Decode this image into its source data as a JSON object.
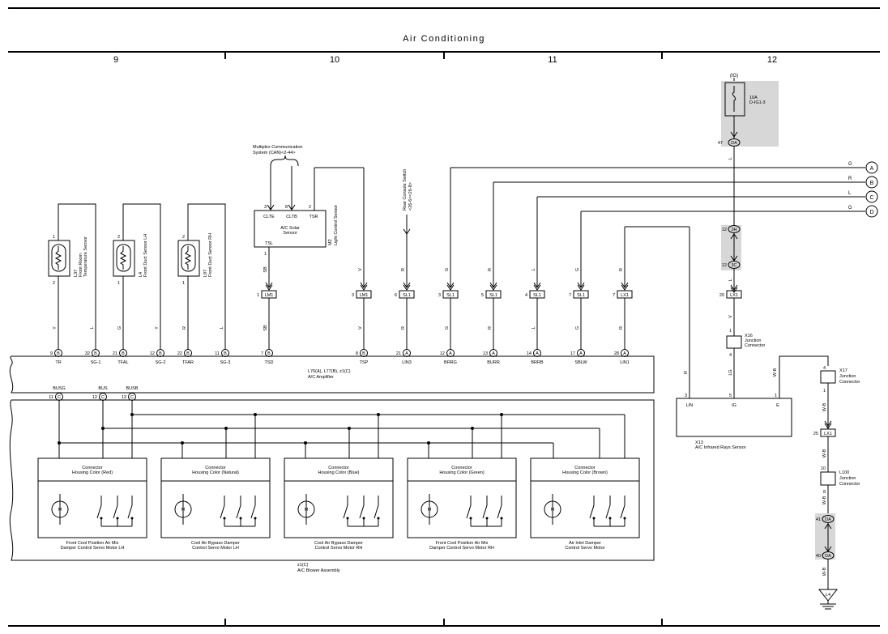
{
  "title": "Air Conditioning",
  "columns": [
    "9",
    "10",
    "11",
    "12"
  ],
  "power": {
    "ig": "(IG)",
    "fuse_amp": "10A",
    "fuse_name": "D-IG1-3",
    "pin": "47",
    "conn": "DA",
    "wire": "L"
  },
  "multiplex": {
    "line1": "Multiplex Communication",
    "line2": "System (CAN)<2-44>"
  },
  "rear_switch": {
    "line1": "Rear Console Switch",
    "line2": "<26-6><26-8>"
  },
  "sensors": [
    {
      "code": "L37",
      "name1": "Front Room",
      "name2": "Temperature Sensor",
      "pin_top": "1",
      "pin_bot": "2"
    },
    {
      "code": "L4",
      "name1": "Front Duct Sensor LH",
      "name2": "",
      "pin_top": "2",
      "pin_bot": "1"
    },
    {
      "code": "L97",
      "name1": "Front Duct Sensor RH",
      "name2": "",
      "pin_top": "2",
      "pin_bot": "1"
    }
  ],
  "solar": {
    "pin_cltе": "3",
    "pins": [
      "3",
      "8",
      "2"
    ],
    "labels": [
      "CLTE",
      "CLTB",
      "TSR"
    ],
    "name1": "A/C Solar",
    "name2": "Sensor",
    "tsl": "TSL",
    "tsl_pin": "1",
    "code": "M2",
    "side": "Light Control Sensor"
  },
  "amplifier": {
    "name1": "L76(A), L77(B), z1(C)",
    "name2": "A/C Amplifier",
    "pins": [
      {
        "num": "9",
        "c": "B",
        "label": "TR",
        "wire": "Y"
      },
      {
        "num": "32",
        "c": "B",
        "label": "SG-1",
        "wire": "L"
      },
      {
        "num": "21",
        "c": "B",
        "label": "TFAL",
        "wire": "G"
      },
      {
        "num": "12",
        "c": "B",
        "label": "SG-2",
        "wire": "Y"
      },
      {
        "num": "22",
        "c": "B",
        "label": "TFAR",
        "wire": "R"
      },
      {
        "num": "11",
        "c": "B",
        "label": "SG-3",
        "wire": "L"
      },
      {
        "num": "7",
        "c": "B",
        "label": "TSD",
        "wire": "SB"
      },
      {
        "num": "8",
        "c": "B",
        "label": "TSP",
        "wire": "V"
      },
      {
        "num": "21",
        "c": "A",
        "label": "LIN3",
        "wire": "R"
      },
      {
        "num": "12",
        "c": "A",
        "label": "BRRG",
        "wire": "G"
      },
      {
        "num": "13",
        "c": "A",
        "label": "BURR",
        "wire": "R"
      },
      {
        "num": "14",
        "c": "A",
        "label": "BRRB",
        "wire": "L"
      },
      {
        "num": "17",
        "c": "A",
        "label": "SBLW",
        "wire": "G"
      },
      {
        "num": "28",
        "c": "A",
        "label": "LIN1",
        "wire": "R"
      }
    ]
  },
  "inline": [
    {
      "pin": "1",
      "conn": "LM1",
      "wire": "SB"
    },
    {
      "pin": "3",
      "conn": "LM1",
      "wire": "V"
    },
    {
      "pin": "6",
      "conn": "SL1",
      "wire": "R"
    },
    {
      "pin": "3",
      "conn": "SL1",
      "wire": "G"
    },
    {
      "pin": "5",
      "conn": "SL1",
      "wire": "R"
    },
    {
      "pin": "4",
      "conn": "SL1",
      "wire": "L"
    },
    {
      "pin": "7",
      "conn": "SL1",
      "wire": "G"
    },
    {
      "pin": "7",
      "conn": "LX1",
      "wire": "R"
    }
  ],
  "tsr_wire": "V",
  "right_bus": [
    {
      "wire": "G",
      "ref": "A"
    },
    {
      "wire": "R",
      "ref": "B"
    },
    {
      "wire": "L",
      "ref": "C"
    },
    {
      "wire": "G",
      "ref": "D"
    }
  ],
  "right_chain": {
    "j1a": "12",
    "j1b": "3H",
    "j2a": "12",
    "j2b": "3C",
    "wire": "L",
    "lx_pin": "20",
    "lx": "LX1",
    "v": "V",
    "x16_p1": "1",
    "x16_name1": "X16",
    "x16_name2": "Junction",
    "x16_name3": "Connector",
    "x16_p4": "4",
    "lg": "LG"
  },
  "ir_sensor": {
    "pins": [
      "3",
      "5",
      "1"
    ],
    "labels": [
      "LIN",
      "IG",
      "E"
    ],
    "name1": "X13",
    "name2": "A/C Infrared Rays Sensor",
    "wires": [
      "R",
      "LG",
      "W-B"
    ]
  },
  "ground_chain": {
    "x17_p4": "4",
    "x17_name1": "X17",
    "x17_name2": "Junction",
    "x17_name3": "Connector",
    "x17_p1": "1",
    "wb": "W-B",
    "lx_pin": "25",
    "lx": "LX1",
    "l100_p10": "10",
    "l100_name1": "L100",
    "l100_name2": "Junction",
    "l100_name3": "Connector",
    "l100_p8": "8",
    "da1_pin": "41",
    "da1": "DA",
    "da2_pin": "40",
    "da2": "DA",
    "gnd": "L4"
  },
  "bus_pins": [
    {
      "name": "BUSG",
      "num": "11",
      "c": "C"
    },
    {
      "name": "BUS",
      "num": "12",
      "c": "C"
    },
    {
      "name": "BUSB",
      "num": "13",
      "c": "C"
    }
  ],
  "motors": [
    {
      "conn": "Connector",
      "color": "Housing Color (Red)",
      "name1": "Front Cool Position Air Mix",
      "name2": "Damper Control Servo Motor LH"
    },
    {
      "conn": "Connector",
      "color": "Housing Color (Natural)",
      "name1": "Cool Air Bypass Damper",
      "name2": "Control Servo Motor LH"
    },
    {
      "conn": "Connector",
      "color": "Housing Color (Blue)",
      "name1": "Cool Air Bypass Damper",
      "name2": "Control Servo Motor RH"
    },
    {
      "conn": "Connector",
      "color": "Housing Color (Green)",
      "name1": "Front Cool Position Air Mix",
      "name2": "Damper Control Servo Motor RH"
    },
    {
      "conn": "Connector",
      "color": "Housing Color (Brown)",
      "name1": "Air Inlet Damper",
      "name2": "Control Servo Motor"
    }
  ],
  "motor_symbol": "M",
  "blower": {
    "name1": "z1(C)",
    "name2": "A/C Blower Assembly"
  }
}
